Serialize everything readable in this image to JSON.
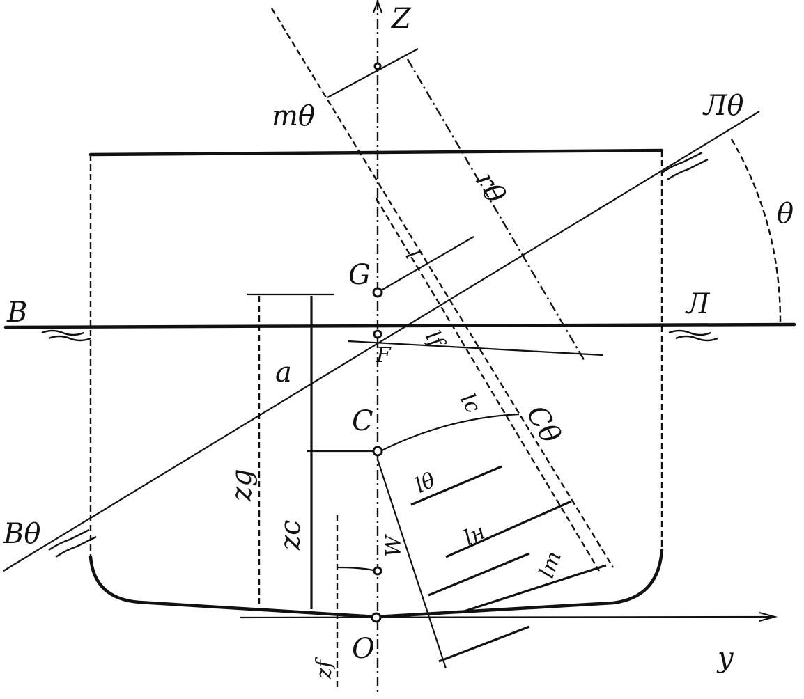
{
  "labels": {
    "axis_z": "Z",
    "axis_y": "y",
    "origin": "O",
    "metacenter": "mθ",
    "radius": "rθ",
    "center_gravity": "G",
    "center_buoyancy": "C",
    "center_buoyancy_heeled": "Cθ",
    "center_floatation": "F",
    "waterline_left": "B",
    "waterline_right": "Л",
    "waterline_heeled_left": "Bθ",
    "waterline_heeled_right": "Лθ",
    "heel_angle": "θ",
    "zg": "zg",
    "zc": "zc",
    "zf": "zf",
    "a": "a",
    "l_theta": "l",
    "lf": "lf",
    "lc": "lc",
    "l_theta_bottom": "lθ",
    "ln": "lн",
    "lt": "lт",
    "w_mark": "W"
  }
}
